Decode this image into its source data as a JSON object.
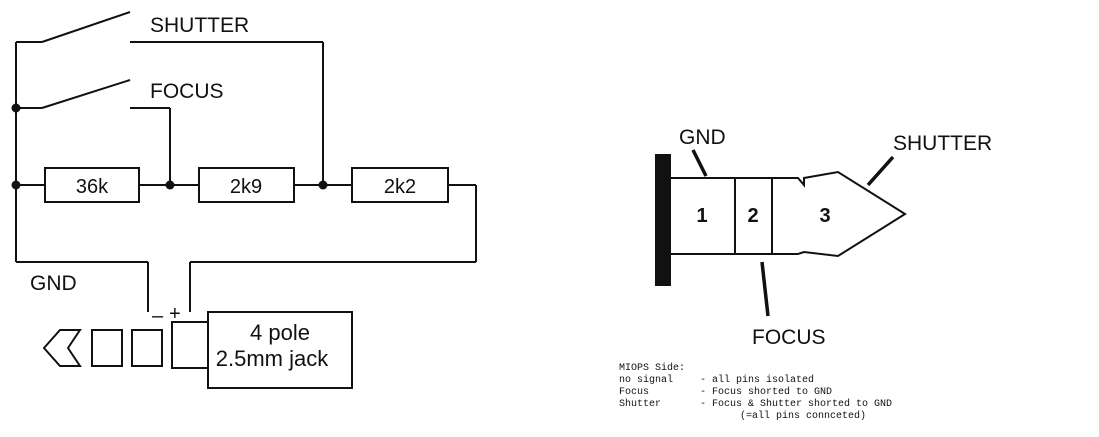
{
  "circuit": {
    "labels": {
      "shutter": "SHUTTER",
      "focus": "FOCUS",
      "gnd": "GND",
      "minus": "–",
      "plus": "+"
    },
    "resistors": {
      "r1": "36k",
      "r2": "2k9",
      "r3": "2k2"
    },
    "jack": {
      "line1": "4 pole",
      "line2": "2.5mm jack"
    }
  },
  "plug": {
    "labels": {
      "gnd": "GND",
      "shutter": "SHUTTER",
      "focus": "FOCUS"
    },
    "contacts": {
      "c1": "1",
      "c2": "2",
      "c3": "3"
    }
  },
  "notes": {
    "title": "MIOPS Side:",
    "rows": [
      {
        "key": "no signal",
        "desc": "- all pins isolated"
      },
      {
        "key": "Focus",
        "desc": "- Focus shorted to GND"
      },
      {
        "key": "Shutter",
        "desc": "- Focus & Shutter shorted to GND"
      }
    ],
    "footer": "(=all pins connceted)"
  },
  "colors": {
    "ink": "#111111",
    "background": "#ffffff"
  }
}
